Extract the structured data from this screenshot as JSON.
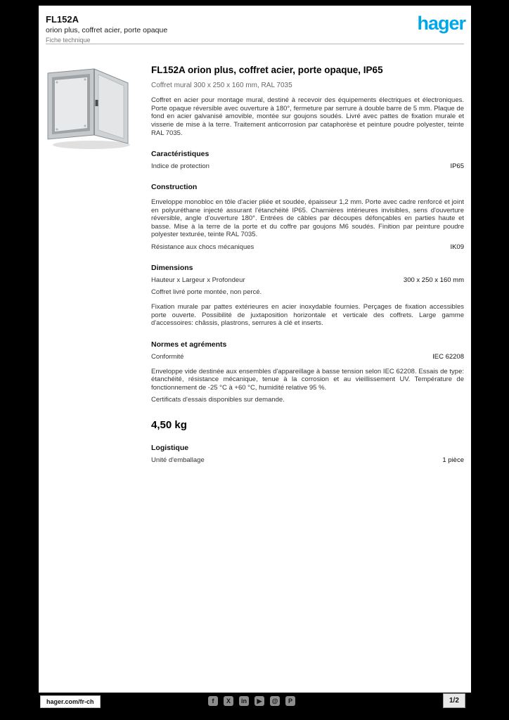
{
  "brand": {
    "logo_text": "hager",
    "brand_color": "#00a7e7"
  },
  "header": {
    "reference": "FL152A",
    "product_line": "orion plus, coffret acier, porte opaque",
    "doc_type": "Fiche technique"
  },
  "product": {
    "title": "FL152A orion plus, coffret acier, porte opaque, IP65",
    "subtitle": "Coffret mural 300 x 250 x 160 mm, RAL 7035",
    "description": "Coffret en acier pour montage mural, destiné à recevoir des équipements électriques et électroniques. Porte opaque réversible avec ouverture à 180°, fermeture par serrure à double barre de 5 mm. Plaque de fond en acier galvanisé amovible, montée sur goujons soudés. Livré avec pattes de fixation murale et visserie de mise à la terre. Traitement anticorrosion par cataphorèse et peinture poudre polyester, teinte RAL 7035."
  },
  "sections": [
    {
      "heading": "Caractéristiques",
      "rows": [
        {
          "label": "Indice de protection",
          "value": "IP65"
        }
      ]
    },
    {
      "heading": "Construction",
      "text": "Enveloppe monobloc en tôle d'acier pliée et soudée, épaisseur 1,2 mm. Porte avec cadre renforcé et joint en polyuréthane injecté assurant l'étanchéité IP65. Charnières intérieures invisibles, sens d'ouverture réversible, angle d'ouverture 180°. Entrées de câbles par découpes défonçables en parties haute et basse. Mise à la terre de la porte et du coffre par goujons M6 soudés. Finition par peinture poudre polyester texturée, teinte RAL 7035.",
      "rows": [
        {
          "label": "Résistance aux chocs mécaniques",
          "value": "IK09"
        }
      ]
    },
    {
      "heading": "Dimensions",
      "rows": [
        {
          "label": "Hauteur x Largeur x Profondeur",
          "value": "300 x 250 x 160 mm"
        }
      ],
      "note": "Coffret livré porte montée, non percé.",
      "text": "Fixation murale par pattes extérieures en acier inoxydable fournies. Perçages de fixation accessibles porte ouverte. Possibilité de juxtaposition horizontale et verticale des coffrets. Large gamme d'accessoires: châssis, plastrons, serrures à clé et inserts."
    },
    {
      "heading": "Normes et agréments",
      "rows": [
        {
          "label": "Conformité",
          "value": "IEC 62208"
        }
      ],
      "text": "Enveloppe vide destinée aux ensembles d'appareillage à basse tension selon IEC 62208. Essais de type: étanchéité, résistance mécanique, tenue à la corrosion et au vieillissement UV. Température de fonctionnement de -25 °C à +60 °C, humidité relative 95 %.",
      "note": "Certificats d'essais disponibles sur demande."
    }
  ],
  "highlight": "4,50 kg",
  "logistics": {
    "heading": "Logistique",
    "rows": [
      {
        "label": "Unité d'emballage",
        "value": "1 pièce"
      }
    ]
  },
  "footer": {
    "website": "hager.com/fr-ch",
    "page": "1/2",
    "social_glyphs": [
      "f",
      "X",
      "in",
      "▶",
      "@",
      "P"
    ]
  }
}
